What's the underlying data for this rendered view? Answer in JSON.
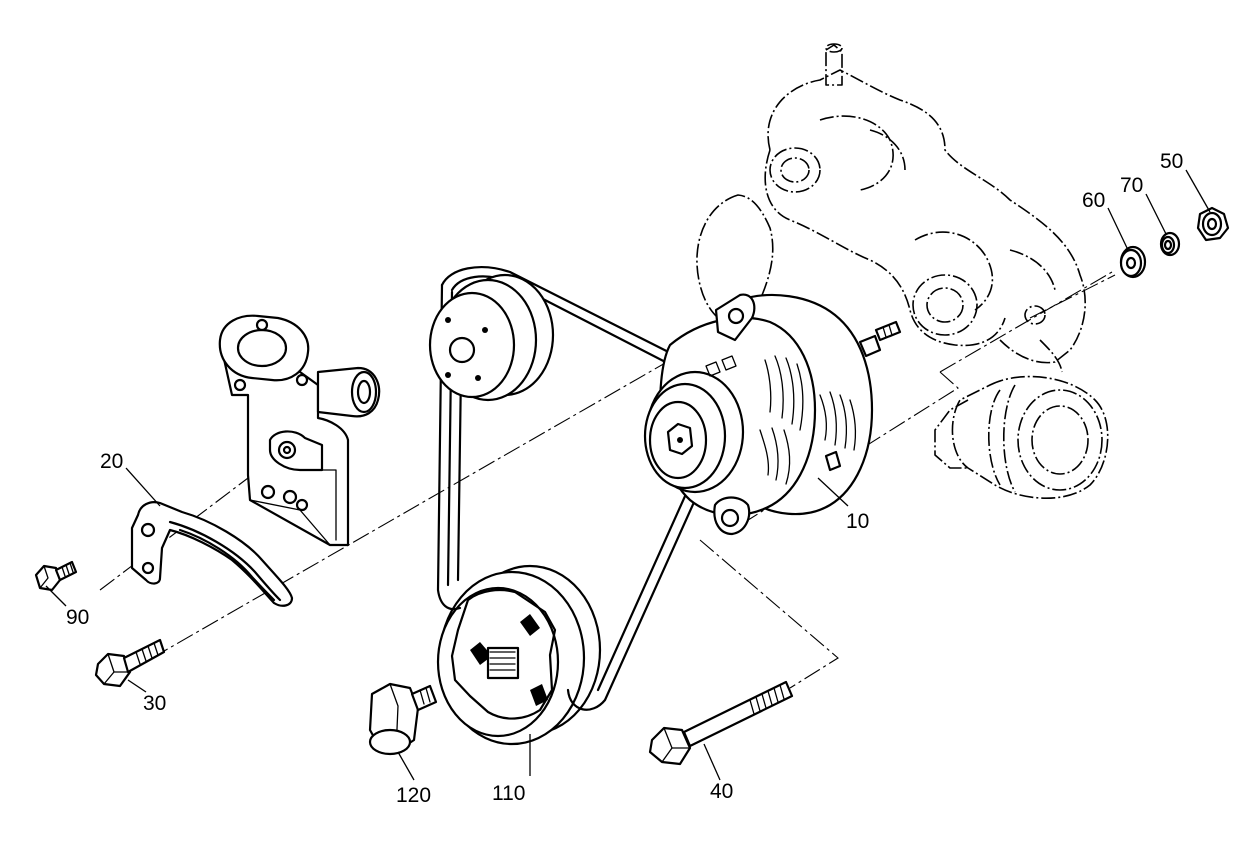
{
  "callouts": {
    "c10": "10",
    "c20": "20",
    "c30": "30",
    "c40": "40",
    "c50": "50",
    "c60": "60",
    "c70": "70",
    "c90": "90",
    "c110": "110",
    "c120": "120"
  }
}
